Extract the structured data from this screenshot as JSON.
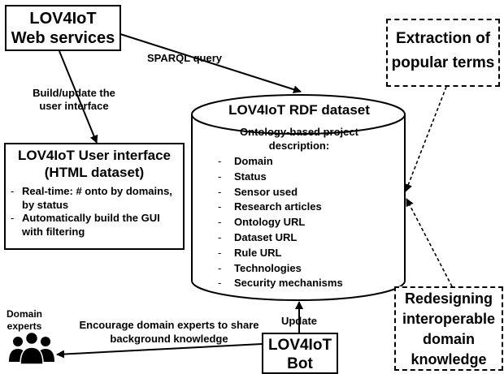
{
  "web_services": {
    "line1": "LOV4IoT",
    "line2": "Web services"
  },
  "user_interface": {
    "line1": "LOV4IoT User interface",
    "line2": "(HTML dataset)",
    "bullets": [
      "Real-time: # onto by domains, by status",
      "Automatically build the GUI with filtering"
    ]
  },
  "rdf_dataset": {
    "title": "LOV4IoT RDF dataset",
    "subtitle_line1": "Ontology-based project",
    "subtitle_line2": "description:",
    "items": [
      "Domain",
      "Status",
      "Sensor used",
      "Research articles",
      "Ontology URL",
      "Dataset URL",
      "Rule URL",
      "Technologies",
      "Security mechanisms"
    ]
  },
  "extraction": {
    "line1": "Extraction of",
    "line2": "popular terms"
  },
  "redesigning": {
    "line1": "Redesigning",
    "line2": "interoperable",
    "line3": "domain",
    "line4": "knowledge"
  },
  "bot": {
    "line1": "LOV4IoT",
    "line2": "Bot"
  },
  "edges": {
    "sparql": "SPARQL query",
    "build_line1": "Build/update the",
    "build_line2": "user interface",
    "update": "Update",
    "encourage_line1": "Encourage domain experts to share",
    "encourage_line2": "background knowledge"
  },
  "experts": {
    "line1": "Domain",
    "line2": "experts",
    "icon": "people-group-icon"
  },
  "bullet_glyph": "-"
}
